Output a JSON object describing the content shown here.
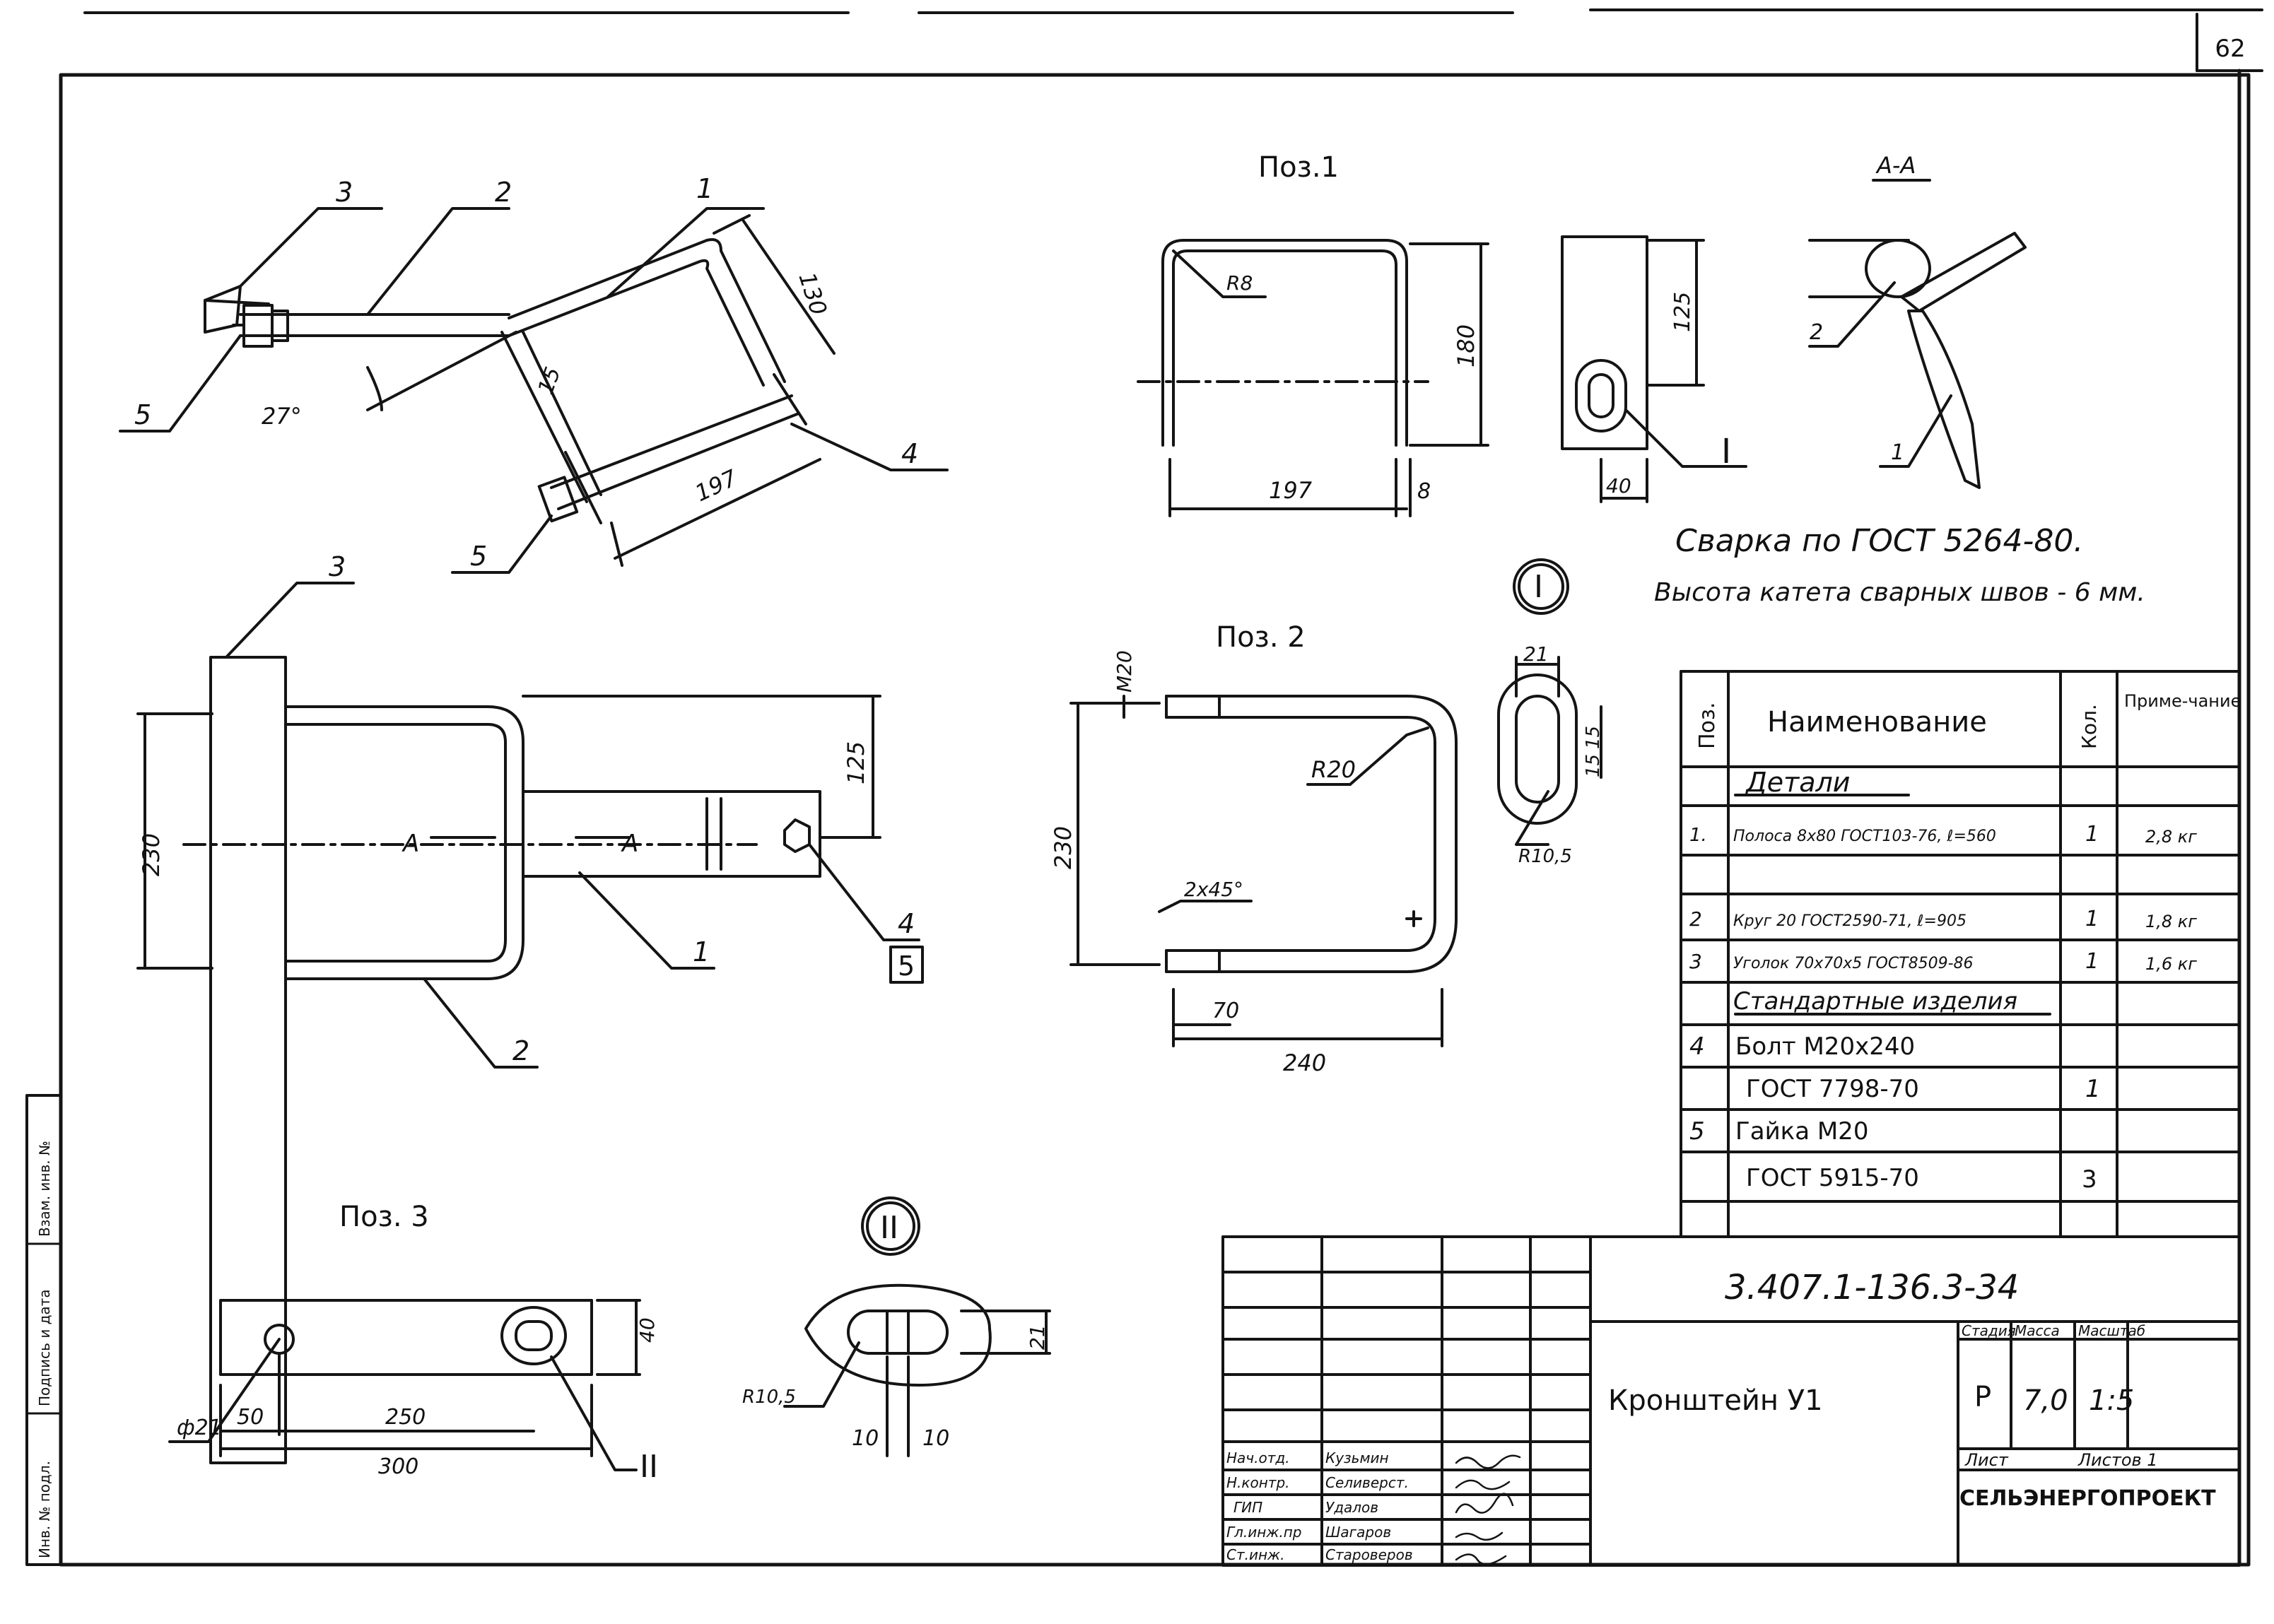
{
  "sheet": {
    "page_number": "62",
    "designation": "3.407.1-136.3-34",
    "title": "Кронштейн У1",
    "organization": "СЕЛЬЭНЕРГОПРОЕКТ"
  },
  "views": {
    "assembly_callouts": [
      "1",
      "2",
      "3",
      "4",
      "5",
      "5"
    ],
    "assembly_dims": {
      "d130": "130",
      "d15": "15",
      "d197": "197",
      "angle": "27°"
    },
    "plan_callouts": [
      "3",
      "1",
      "2",
      "4"
    ],
    "plan_dims": {
      "d230": "230",
      "d125": "125",
      "sectionA": "А",
      "boxed5": "5"
    },
    "pos1": {
      "title": "Поз.1",
      "r8": "R8",
      "d180": "180",
      "d197": "197",
      "d8": "8"
    },
    "section_aa": {
      "title": "А-А",
      "d125": "125",
      "d40": "40",
      "callout_ref": "I",
      "c2": "2",
      "c1": "1"
    },
    "pos2": {
      "title": "Поз. 2",
      "m20": "М20",
      "r20": "R20",
      "d230": "230",
      "chamfer": "2х45°",
      "d70": "70",
      "d240": "240"
    },
    "detail_I": {
      "mark": "I",
      "d21": "21",
      "d15a": "15",
      "d15b": "15",
      "r105": "R10,5"
    },
    "pos3": {
      "title": "Поз. 3",
      "d40": "40",
      "hole": "ф21",
      "d50": "50",
      "d250": "250",
      "d300": "300",
      "ref": "II"
    },
    "detail_II": {
      "mark": "II",
      "r105": "R10,5",
      "d21": "21",
      "d10a": "10",
      "d10b": "10"
    },
    "weld_note": "Сварка по ГОСТ 5264-80.",
    "weld_height": "Высота катета сварных швов - 6 мм."
  },
  "spec_table": {
    "headers": {
      "pos": "Поз.",
      "name": "Наименование",
      "qty": "Кол.",
      "note": "Приме-чание"
    },
    "sections": {
      "details": "Детали",
      "standard": "Стандартные изделия"
    },
    "rows": [
      {
        "pos": "1.",
        "name": "Полоса 8х80 ГОСТ103-76, ℓ=560",
        "qty": "1",
        "note": "2,8 кг"
      },
      {
        "pos": "2",
        "name": "Круг 20 ГОСТ2590-71, ℓ=905",
        "qty": "1",
        "note": "1,8 кг"
      },
      {
        "pos": "3",
        "name": "Уголок 70х70х5 ГОСТ8509-86",
        "qty": "1",
        "note": "1,6 кг"
      },
      {
        "pos": "4",
        "name": "Болт М20х240",
        "qty": "",
        "note": ""
      },
      {
        "pos": "",
        "name": "ГОСТ 7798-70",
        "qty": "1",
        "note": ""
      },
      {
        "pos": "5",
        "name": "Гайка М20",
        "qty": "",
        "note": ""
      },
      {
        "pos": "",
        "name": "ГОСТ 5915-70",
        "qty": "3",
        "note": ""
      }
    ]
  },
  "title_block": {
    "stage_label": "Стадия",
    "mass_label": "Масса",
    "scale_label": "Масштаб",
    "stage": "Р",
    "mass": "7,0",
    "scale": "1:5",
    "sheet_label": "Лист",
    "sheets_label": "Листов 1",
    "roles": [
      {
        "role": "Нач.отд.",
        "name": "Кузьмин"
      },
      {
        "role": "Н.контр.",
        "name": "Селиверст."
      },
      {
        "role": "ГИП",
        "name": "Удалов"
      },
      {
        "role": "Гл.инж.пр",
        "name": "Шагаров"
      },
      {
        "role": "Ст.инж.",
        "name": "Староверов"
      }
    ]
  },
  "side_strip": {
    "inv": "Инв. № подл.",
    "sign": "Подпись и дата",
    "replace": "Взам. инв. №"
  }
}
